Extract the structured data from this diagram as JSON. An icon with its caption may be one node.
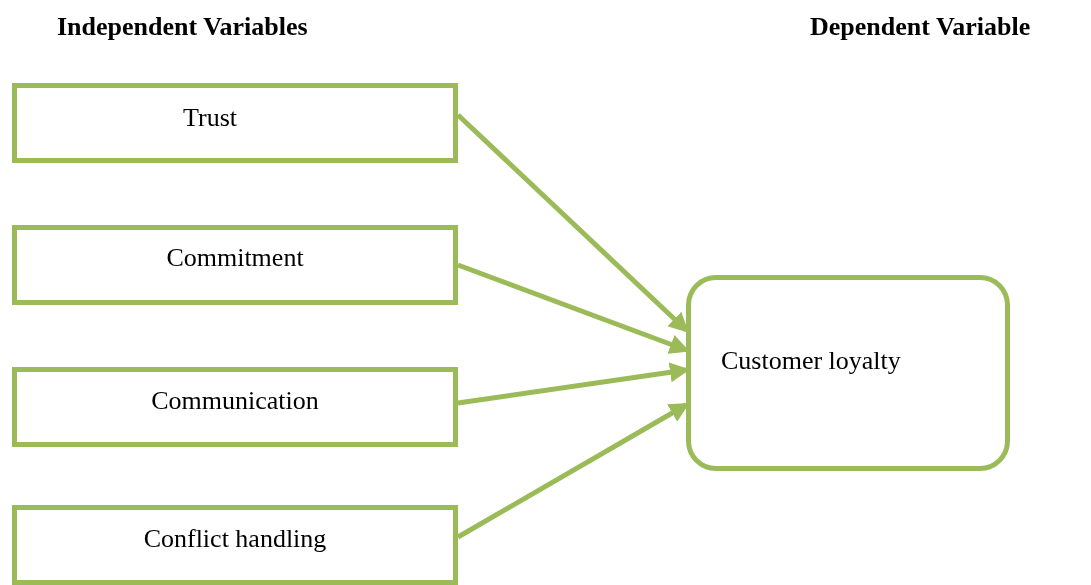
{
  "diagram": {
    "nodes": [
      {
        "text": [
          "Trust"
        ]
      },
      {
        "text": [
          "Commitment"
        ]
      },
      {
        "text": [
          "Communication"
        ]
      },
      {
        "text": [
          "Conflict handling"
        ]
      },
      {
        "text": [
          "Customer loyalty"
        ]
      }
    ],
    "edges": [
      {
        "from": 0,
        "to": 4,
        "arrow": "to"
      },
      {
        "from": 1,
        "to": 4,
        "arrow": "to"
      },
      {
        "from": 2,
        "to": 4,
        "arrow": "to"
      },
      {
        "from": 3,
        "to": 4,
        "arrow": "to"
      }
    ],
    "labels": [
      "Independent Variables",
      "Dependent Variable"
    ]
  }
}
